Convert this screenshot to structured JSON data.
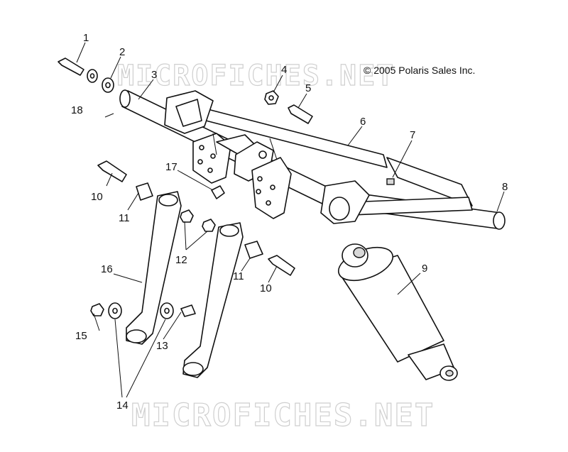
{
  "copyright": "© 2005 Polaris Sales Inc.",
  "watermark": "MICROFICHES.NET",
  "callouts": [
    "1",
    "2",
    "3",
    "4",
    "5",
    "6",
    "7",
    "8",
    "9",
    "10",
    "10",
    "11",
    "11",
    "12",
    "13",
    "14",
    "15",
    "16",
    "17",
    "18"
  ],
  "colors": {
    "line": "#111111",
    "background": "#ffffff",
    "watermark": "#c8c8c8"
  }
}
